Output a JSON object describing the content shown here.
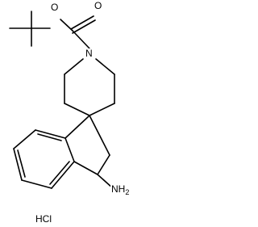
{
  "molecule": {
    "atoms": {
      "carbonyl_oxygen": "O",
      "ester_oxygen": "O",
      "ring_nitrogen": "N",
      "amine": "NH2"
    },
    "amine_text": {
      "main": "NH",
      "subscript": "2"
    },
    "salt": "HCl"
  }
}
